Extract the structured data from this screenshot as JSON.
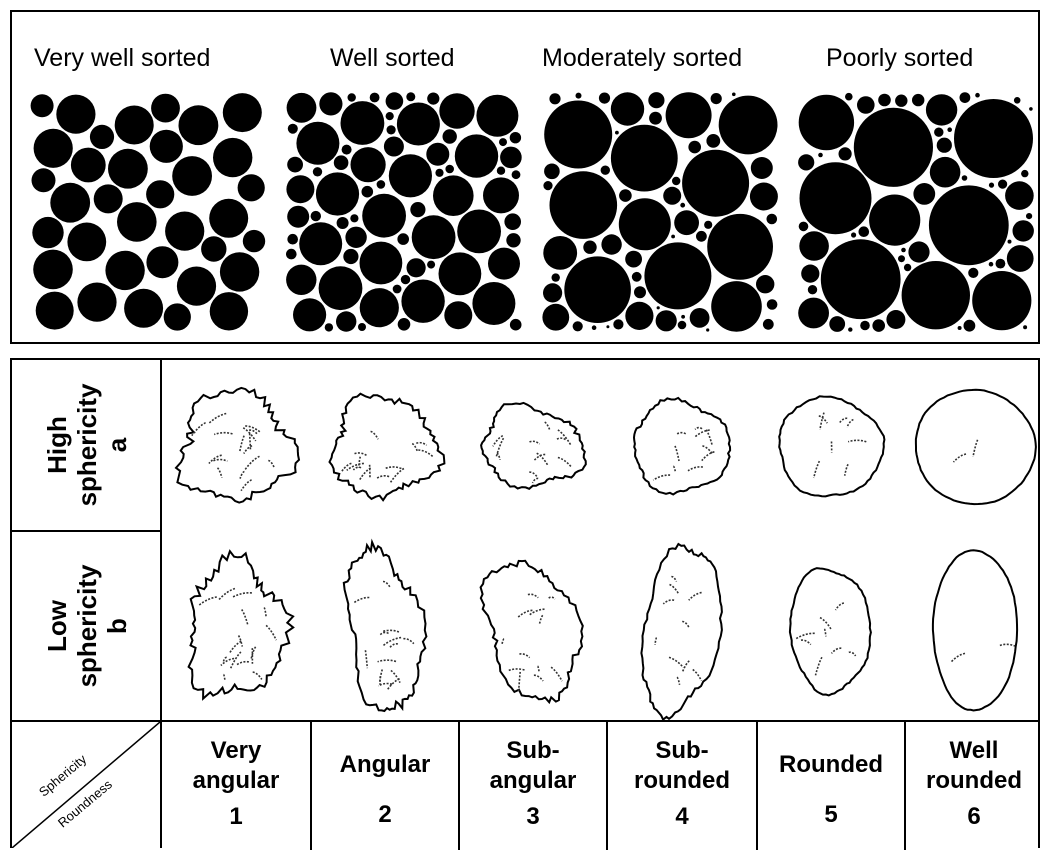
{
  "sorting": {
    "labels": [
      "Very well sorted",
      "Well sorted",
      "Moderately sorted",
      "Poorly sorted"
    ]
  },
  "shape": {
    "rows": [
      {
        "line1": "High",
        "line2": "sphericity",
        "letter": "a"
      },
      {
        "line1": "Low",
        "line2": "sphericity",
        "letter": "b"
      }
    ],
    "corner": {
      "top": "Sphericity",
      "bottom": "Roundness"
    },
    "columns": [
      {
        "line1": "Very",
        "line2": "angular",
        "number": "1"
      },
      {
        "line1": "Angular",
        "line2": "",
        "number": "2"
      },
      {
        "line1": "Sub-",
        "line2": "angular",
        "number": "3"
      },
      {
        "line1": "Sub-",
        "line2": "rounded",
        "number": "4"
      },
      {
        "line1": "Rounded",
        "line2": "",
        "number": "5"
      },
      {
        "line1": "Well",
        "line2": "rounded",
        "number": "6"
      }
    ]
  }
}
